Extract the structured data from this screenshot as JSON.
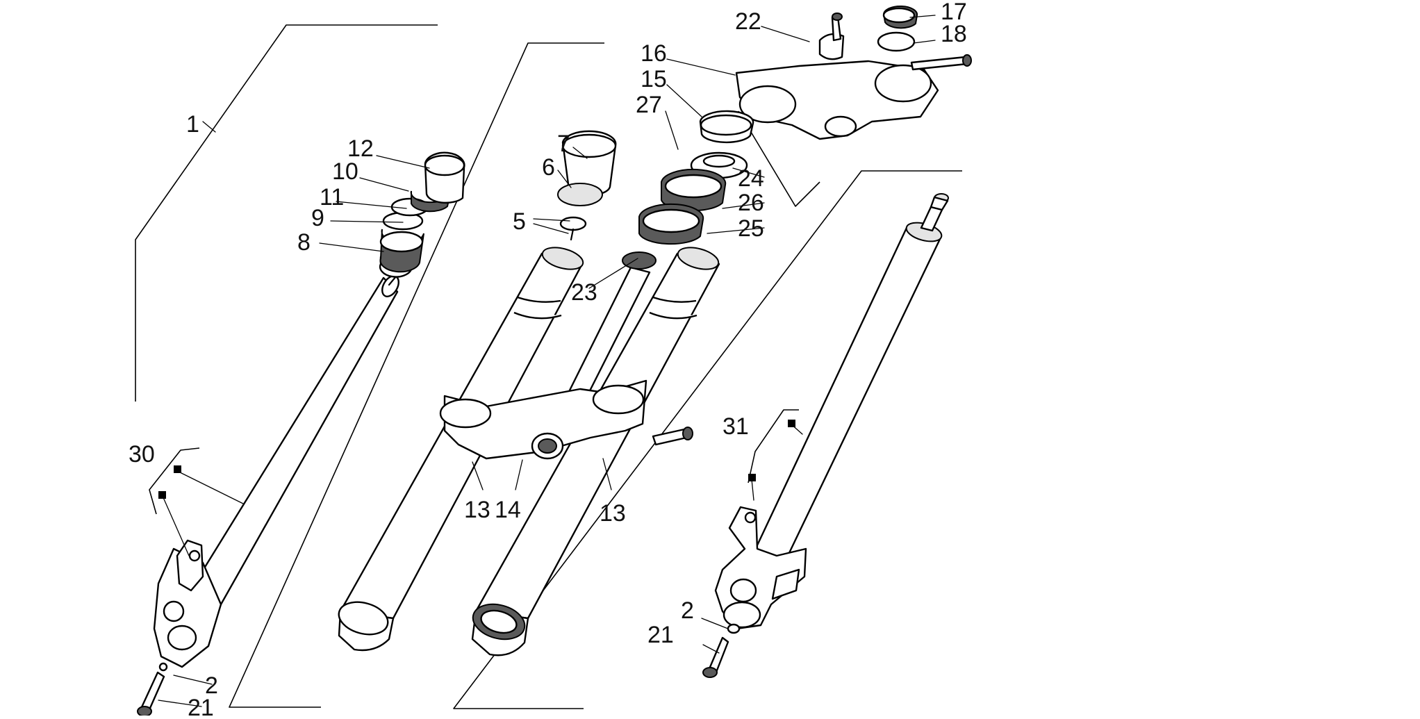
{
  "diagram": {
    "labels": [
      "1",
      "2",
      "2",
      "5",
      "6",
      "7",
      "8",
      "9",
      "10",
      "11",
      "12",
      "13",
      "13",
      "14",
      "15",
      "16",
      "17",
      "18",
      "21",
      "21",
      "22",
      "23",
      "24",
      "25",
      "26",
      "27",
      "30",
      "31"
    ]
  }
}
